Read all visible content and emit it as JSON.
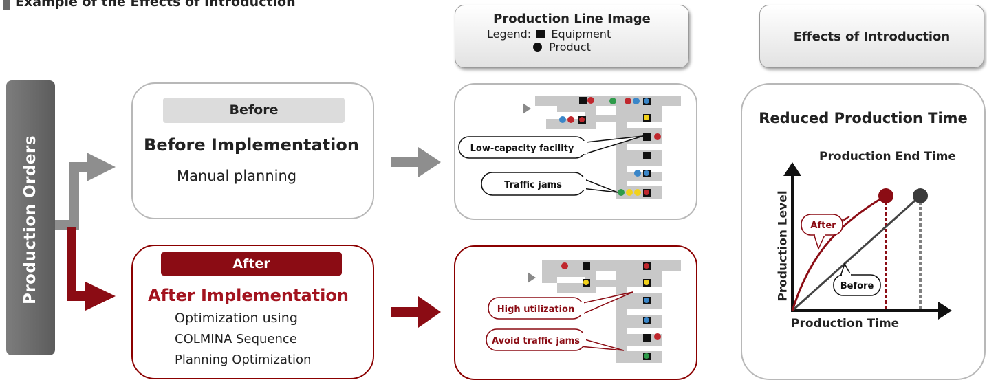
{
  "page": {
    "title": "Example of the Effects of Introduction"
  },
  "headers": {
    "line_image_title": "Production Line Image",
    "legend_label": "Legend:",
    "legend_equipment": "Equipment",
    "legend_product": "Product",
    "effects_title": "Effects of Introduction"
  },
  "orders": {
    "label": "Production Orders"
  },
  "before": {
    "tag": "Before",
    "heading": "Before Implementation",
    "description": "Manual planning",
    "callouts": [
      "Low-capacity facility",
      "Traffic jams"
    ]
  },
  "after": {
    "tag": "After",
    "heading": "After Implementation",
    "description_lines": [
      "Optimization using",
      "COLMINA Sequence",
      "Planning Optimization"
    ],
    "callouts": [
      "High utilization",
      "Avoid traffic jams"
    ]
  },
  "effects": {
    "result_title": "Reduced Production Time",
    "end_time_label": "Production End Time",
    "x_axis_label": "Production Time",
    "y_axis_label": "Production Level",
    "after_label": "After",
    "before_label": "Before"
  },
  "colors": {
    "gray_arrow": "#8e8e8e",
    "red_accent": "#8b0c14",
    "product_red": "#c0272d",
    "product_blue": "#3a86c8",
    "product_green": "#2e9b4a",
    "product_yellow": "#f2d21b",
    "conveyor": "#c8c8c8"
  },
  "chart_data": {
    "type": "line",
    "xlabel": "Production Time",
    "ylabel": "Production Level",
    "series": [
      {
        "name": "After",
        "values": []
      },
      {
        "name": "Before",
        "values": []
      }
    ]
  }
}
